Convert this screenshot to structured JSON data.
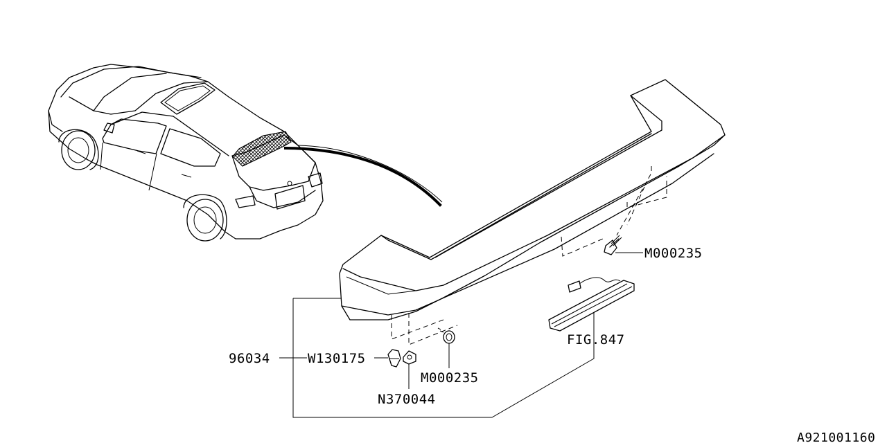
{
  "labels": {
    "ref_assembly": "96034",
    "clip": "W130175",
    "nut": "N370044",
    "screw_rear": "M000235",
    "screw_front": "M000235",
    "lamp_ref": "FIG.847",
    "drawing_number": "A921001160"
  },
  "icons": [
    "vehicle-outline-icon",
    "spoiler-icon",
    "screw-icon",
    "clip-icon",
    "nut-icon",
    "stop-lamp-icon"
  ]
}
